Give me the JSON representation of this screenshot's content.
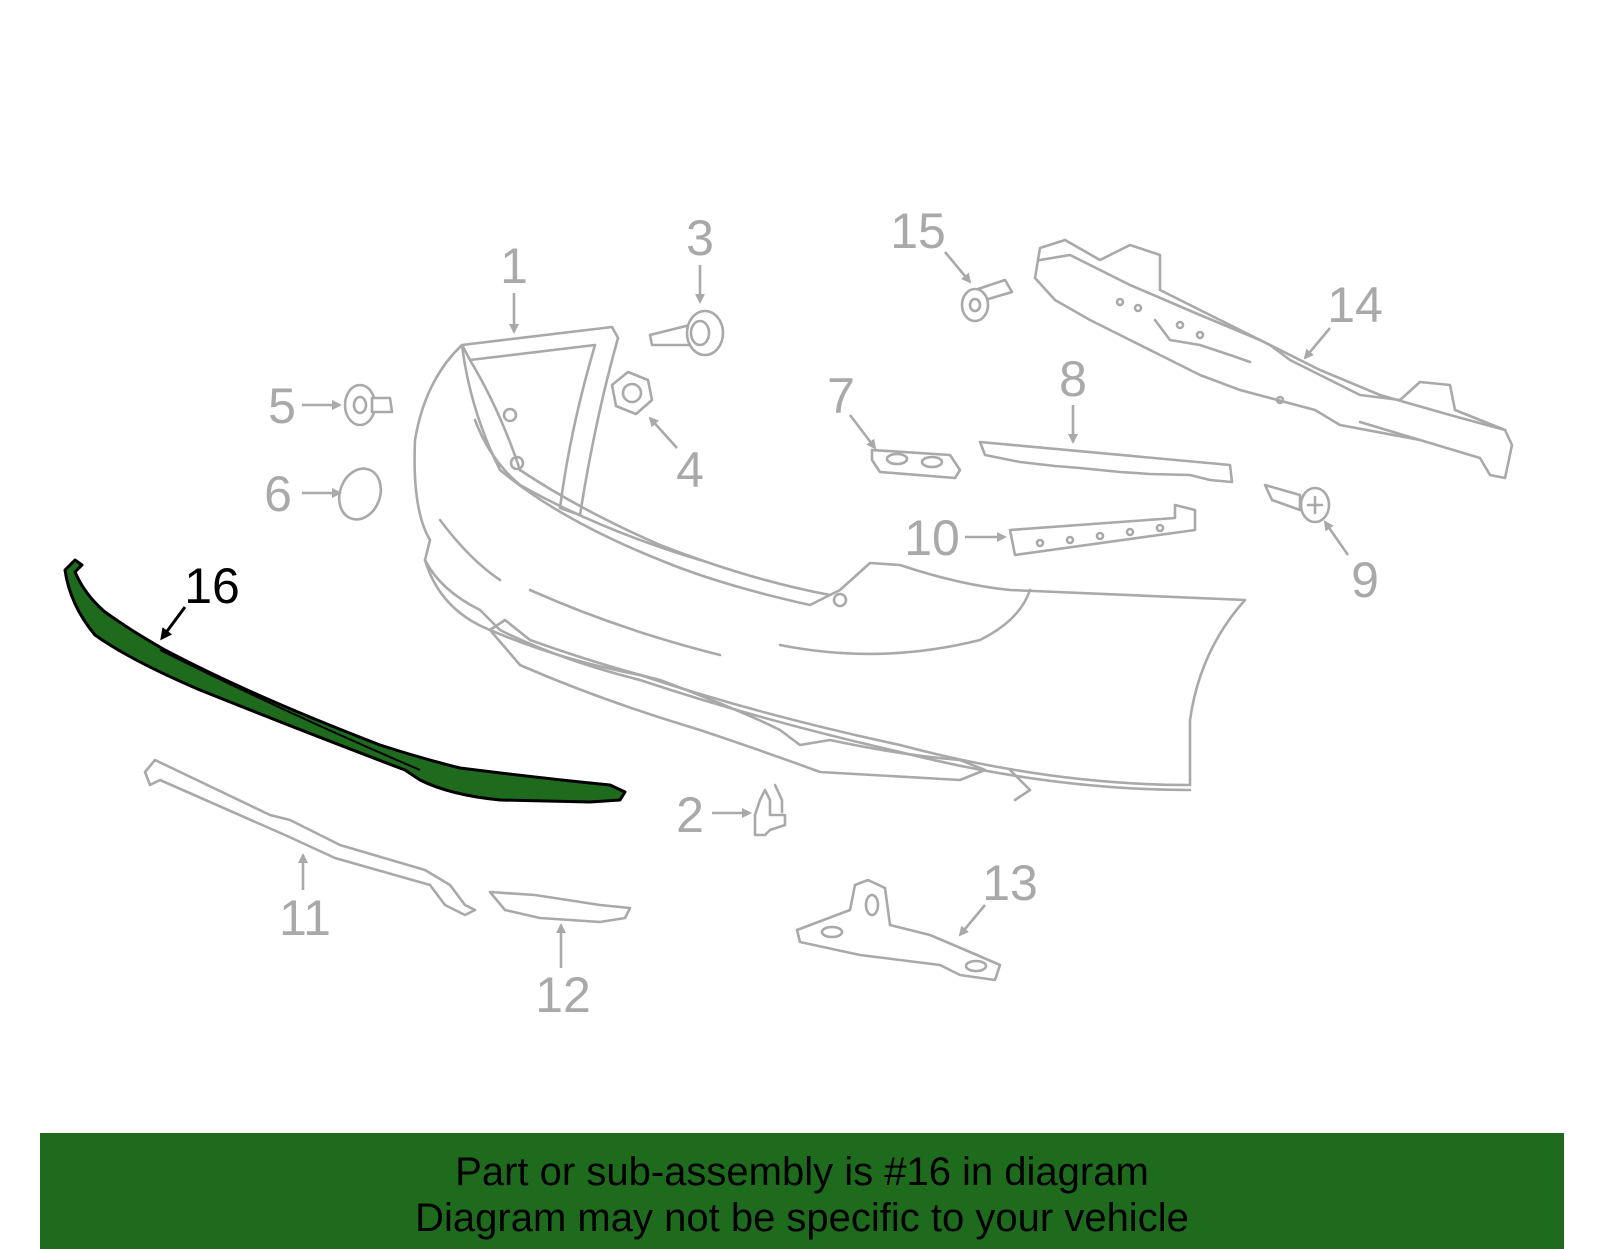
{
  "diagram": {
    "highlighted_part": "16",
    "highlight_color": "#1e6b1e",
    "line_color": "#a9a9a9",
    "callouts": {
      "c1": "1",
      "c2": "2",
      "c3": "3",
      "c4": "4",
      "c5": "5",
      "c6": "6",
      "c7": "7",
      "c8": "8",
      "c9": "9",
      "c10": "10",
      "c11": "11",
      "c12": "12",
      "c13": "13",
      "c14": "14",
      "c15": "15",
      "c16": "16"
    }
  },
  "banner": {
    "line1": "Part or sub-assembly is #16 in diagram",
    "line2": "Diagram may not be specific to your vehicle",
    "background": "#1e6b1e"
  }
}
